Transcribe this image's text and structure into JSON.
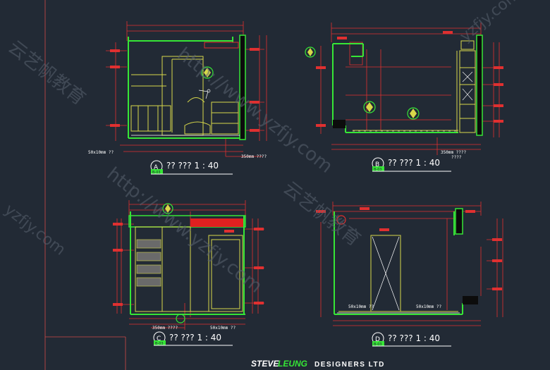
{
  "colors": {
    "background": "#222a35",
    "wall": "#36e636",
    "dimension": "#e03030",
    "furniture": "#d8d84a",
    "detail": "#ffffff",
    "title_text": "#ffffff"
  },
  "panels": [
    {
      "id": "A",
      "title": "??  ???  1 : 40",
      "tag": "B-03",
      "dim_labels": [
        "50x10mm  ??",
        "350mm  ????"
      ]
    },
    {
      "id": "B",
      "title": "??  ???  1 : 40",
      "tag": "B-03",
      "dim_labels": [
        "350mm  ????",
        "????"
      ]
    },
    {
      "id": "C",
      "title": "??  ???  1 : 40",
      "tag": "B-03",
      "dim_labels": [
        "350mm  ????",
        "50x10mm  ??"
      ]
    },
    {
      "id": "D",
      "title": "??  ???  1 : 40",
      "tag": "B-03",
      "dim_labels": [
        "50x10mm  ??",
        "50x10mm  ??"
      ]
    }
  ],
  "footer": {
    "brand_a": "STEVE",
    "brand_b": "LEUNG",
    "brand_c": "DESIGNERS LTD"
  },
  "watermarks": [
    "http://www.yzfjy.com",
    "云艺帆教育",
    "yzfjy.com",
    "http://www.yzfjy.com",
    "云艺帆教育",
    "yzfjy.com"
  ]
}
